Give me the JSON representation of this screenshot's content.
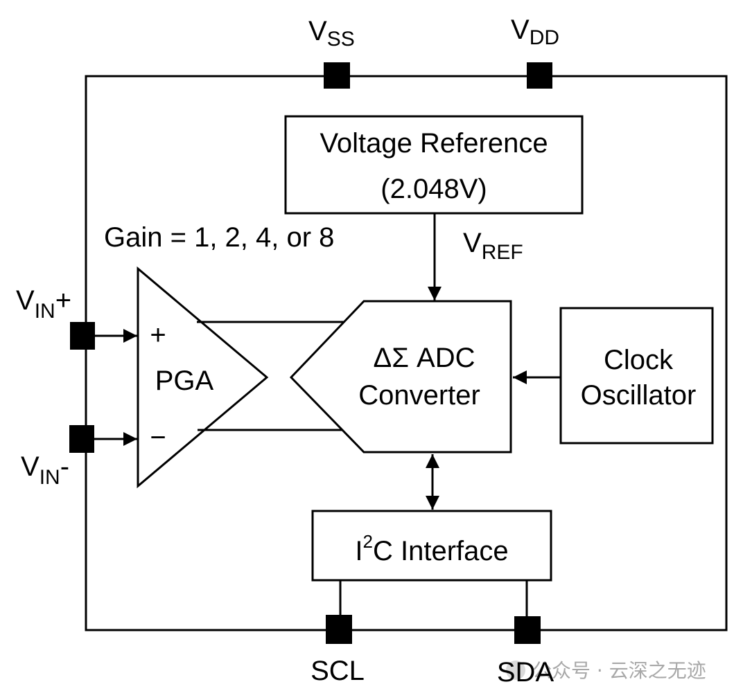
{
  "pins": {
    "vss": {
      "main": "V",
      "sub": "SS"
    },
    "vdd": {
      "main": "V",
      "sub": "DD"
    },
    "vin_plus": {
      "main": "V",
      "sub": "IN",
      "suffix": "+"
    },
    "vin_minus": {
      "main": "V",
      "sub": "IN",
      "suffix": "-"
    },
    "scl": "SCL",
    "sda": "SDA"
  },
  "blocks": {
    "voltage_reference": {
      "line1": "Voltage Reference",
      "line2": "(2.048V)"
    },
    "vref": {
      "main": "V",
      "sub": "REF"
    },
    "gain": "Gain = 1, 2, 4, or 8",
    "pga": {
      "label": "PGA",
      "plus": "+",
      "minus": "−"
    },
    "adc": {
      "line1": "ΔΣ ADC",
      "line2": "Converter"
    },
    "clock": {
      "line1": "Clock",
      "line2": "Oscillator"
    },
    "i2c": {
      "pre": "I",
      "sup": "2",
      "post": "C Interface"
    }
  },
  "watermark": "公众号 · 云深之无迹"
}
